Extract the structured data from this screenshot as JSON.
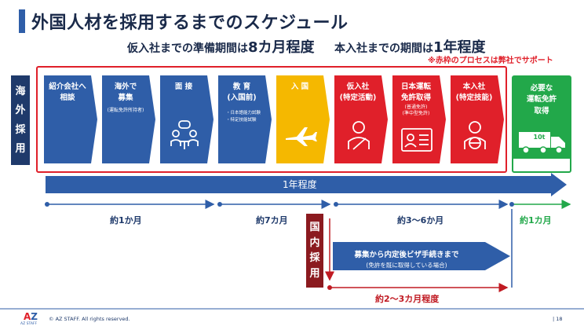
{
  "header": {
    "title": "外国人材を採用するまでのスケジュール",
    "subtitle_left_prefix": "仮入社までの準備期間は",
    "subtitle_left_big": "8カ月程度",
    "subtitle_right_prefix": "本入社までの期間は",
    "subtitle_right_big": "1年程度",
    "note": "※赤枠のプロセスは弊社でサポート"
  },
  "side_labels": {
    "overseas": [
      "海",
      "外",
      "採",
      "用"
    ],
    "domestic": [
      "国",
      "内",
      "採",
      "用"
    ]
  },
  "steps": [
    {
      "lines": [
        "紹介会社へ",
        "相談"
      ],
      "small": "",
      "color": "#2f5ea8"
    },
    {
      "lines": [
        "海外で",
        "募集"
      ],
      "small": "(運転免許所持者)",
      "color": "#2f5ea8"
    },
    {
      "lines": [
        "面 接"
      ],
      "small": "",
      "color": "#2f5ea8"
    },
    {
      "lines": [
        "教 育",
        "(入国前)"
      ],
      "small": "",
      "bullets": [
        "・日本語能力試験",
        "・特定技能試験"
      ],
      "color": "#2f5ea8"
    },
    {
      "lines": [
        "入 国"
      ],
      "small": "",
      "color": "#f5b800"
    },
    {
      "lines": [
        "仮入社",
        "(特定活動)"
      ],
      "small": "",
      "color": "#e0202a"
    },
    {
      "lines": [
        "日本運転",
        "免許取得"
      ],
      "small": "(普通免許)\n(準中型免許)",
      "color": "#e0202a"
    },
    {
      "lines": [
        "本入社",
        "(特定技能)"
      ],
      "small": "",
      "color": "#e0202a"
    },
    {
      "lines": [
        "必要な",
        "運転免許",
        "取得"
      ],
      "small": "",
      "color": "#22a84a"
    }
  ],
  "truck_label": "10t",
  "period_bar_label": "1年程度",
  "timeline": {
    "seg1": "約1か月",
    "seg2": "約7カ月",
    "seg3": "約3〜6か月",
    "seg4": "約1カ月",
    "domestic_span": "約2〜3カ月程度"
  },
  "domestic_box": {
    "line1": "募集から内定後ビザ手続きまで",
    "line2": "(免許を既に取得している場合)"
  },
  "footer": {
    "logo_a": "A",
    "logo_z": "Z",
    "logo_sub": "AZ STAFF",
    "copyright": "© AZ STAFF.  All rights reserved.",
    "page_number": "| 18"
  },
  "colors": {
    "navy": "#1f3a6b",
    "blue": "#2f5ea8",
    "red": "#e0202a",
    "yellow": "#f5b800",
    "green": "#22a84a"
  }
}
